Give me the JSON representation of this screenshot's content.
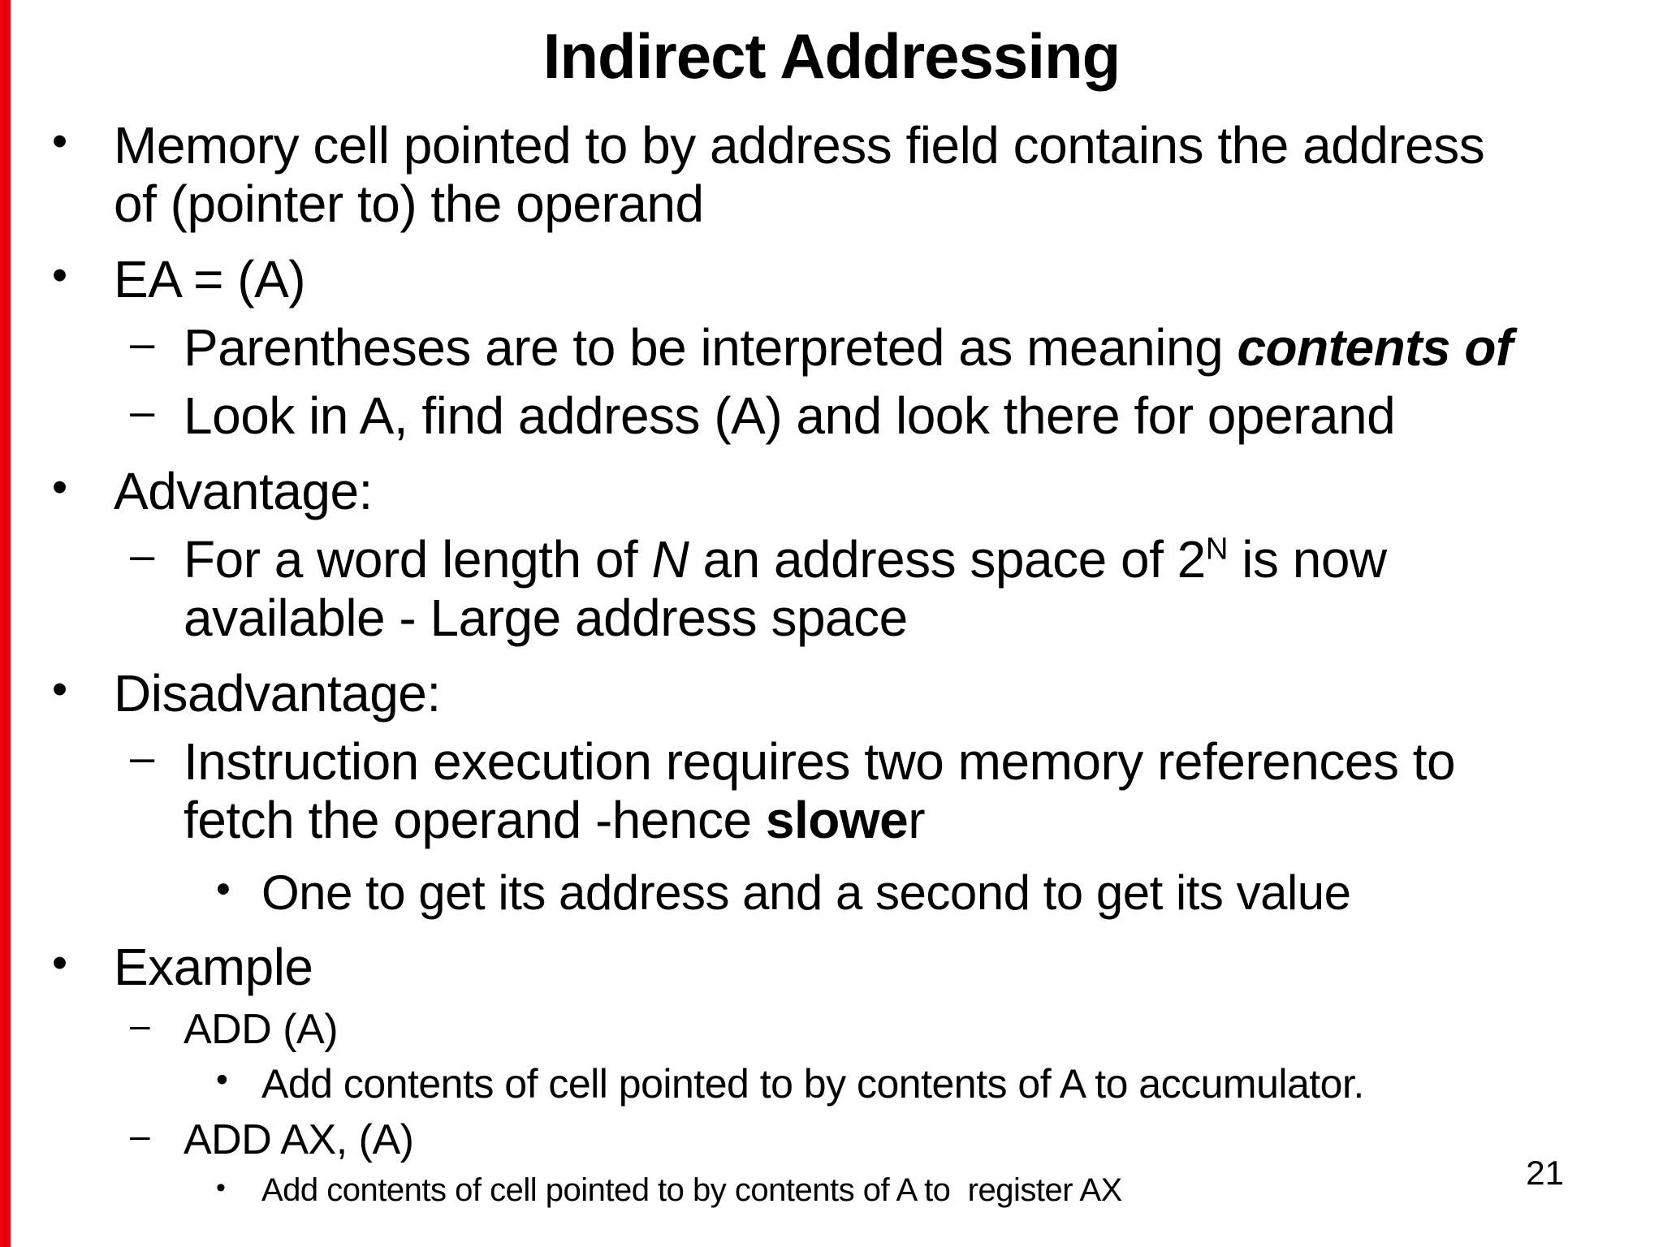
{
  "page": {
    "background_color": "#ffffff",
    "text_color": "#000000",
    "accent_bar_color": "#e8000d"
  },
  "title": "Indirect Addressing",
  "page_number": "21",
  "markers": {
    "level1": "•",
    "level2": "–",
    "level3": "•"
  },
  "items": [
    {
      "level": 1,
      "lines": [
        {
          "segments": [
            {
              "text": "Memory cell pointed to by address field contains the address"
            }
          ]
        },
        {
          "segments": [
            {
              "text": "of (pointer to) the operand"
            }
          ]
        }
      ]
    },
    {
      "level": 1,
      "lines": [
        {
          "segments": [
            {
              "text": "EA = (A)"
            }
          ]
        }
      ]
    },
    {
      "level": 2,
      "lines": [
        {
          "segments": [
            {
              "text": "Parentheses are to be interpreted as meaning "
            },
            {
              "text": "contents of",
              "style": "bold-italic"
            }
          ]
        }
      ]
    },
    {
      "level": 2,
      "lines": [
        {
          "segments": [
            {
              "text": "Look in A, find address (A) and look there for operand"
            }
          ]
        }
      ]
    },
    {
      "level": 1,
      "lines": [
        {
          "segments": [
            {
              "text": "Advantage:"
            }
          ]
        }
      ]
    },
    {
      "level": 2,
      "lines": [
        {
          "segments": [
            {
              "text": "For a word length of "
            },
            {
              "text": "N",
              "style": "italic"
            },
            {
              "text": " an address space of 2"
            },
            {
              "text": "N",
              "style": "superscript"
            },
            {
              "text": " is now"
            }
          ]
        },
        {
          "segments": [
            {
              "text": "available - Large address space"
            }
          ]
        }
      ]
    },
    {
      "level": 1,
      "lines": [
        {
          "segments": [
            {
              "text": "Disadvantage:"
            }
          ]
        }
      ]
    },
    {
      "level": 2,
      "lines": [
        {
          "segments": [
            {
              "text": "Instruction execution requires two memory references to"
            }
          ]
        },
        {
          "segments": [
            {
              "text": "fetch the operand -hence "
            },
            {
              "text": "slowe",
              "style": "bold"
            },
            {
              "text": "r"
            }
          ]
        }
      ]
    },
    {
      "level": 3,
      "lines": [
        {
          "segments": [
            {
              "text": "One to get its address and a second to get its value"
            }
          ]
        }
      ]
    },
    {
      "level": 1,
      "lines": [
        {
          "segments": [
            {
              "text": "Example"
            }
          ]
        }
      ]
    },
    {
      "level": 2,
      "lines": [
        {
          "segments": [
            {
              "text": "ADD (A)"
            }
          ]
        }
      ]
    },
    {
      "level": 3,
      "lines": [
        {
          "segments": [
            {
              "text": "Add contents of cell pointed to by contents of A to accumulator."
            }
          ]
        }
      ]
    },
    {
      "level": 2,
      "lines": [
        {
          "segments": [
            {
              "text": "ADD AX, (A)"
            }
          ]
        }
      ]
    },
    {
      "level": 3,
      "lines": [
        {
          "segments": [
            {
              "text": "Add contents of cell pointed to by contents of A to  register AX"
            }
          ]
        }
      ]
    }
  ]
}
